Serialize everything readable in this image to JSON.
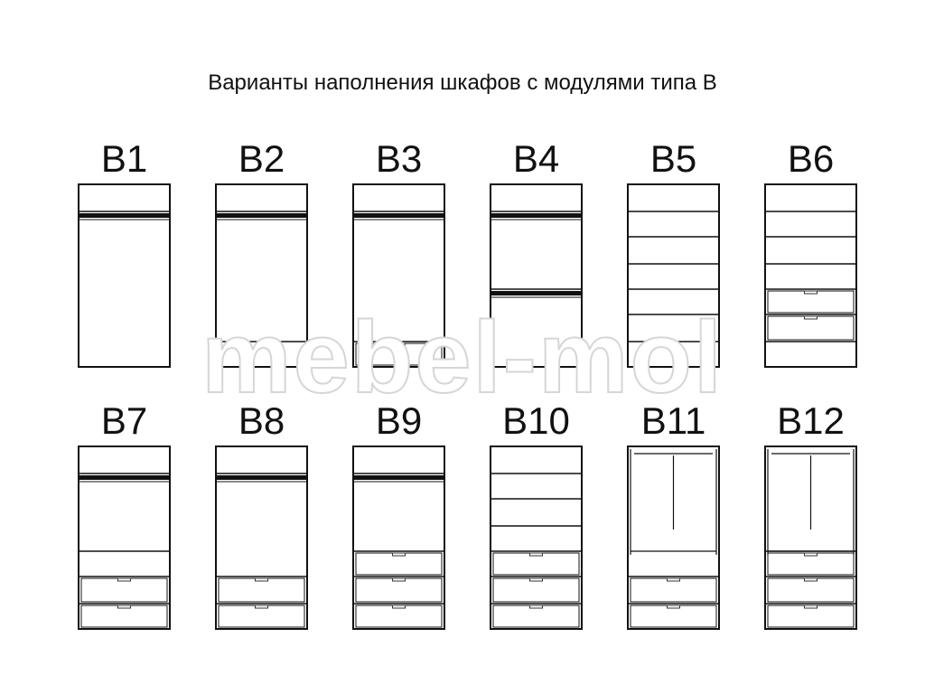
{
  "title": "Варианты наполнения шкафов с модулями типа B",
  "watermark": "mebel-mol",
  "colors": {
    "stroke": "#111111",
    "shelf": "#111111",
    "handle": "#333333",
    "watermark_outline": "#d6d6d6"
  },
  "cabinets": [
    {
      "label": "B1",
      "shelves": [
        1
      ],
      "rails": [
        1
      ],
      "drawers": []
    },
    {
      "label": "B2",
      "shelves": [
        1,
        6
      ],
      "rails": [
        1
      ],
      "drawers": []
    },
    {
      "label": "B3",
      "shelves": [
        1,
        6
      ],
      "rails": [
        1
      ],
      "drawers": [
        6
      ]
    },
    {
      "label": "B4",
      "shelves": [
        1,
        4
      ],
      "rails": [
        1,
        4
      ],
      "drawers": []
    },
    {
      "label": "B5",
      "shelves": [
        1,
        2,
        3,
        4,
        5,
        6
      ],
      "rails": [],
      "drawers": []
    },
    {
      "label": "B6",
      "shelves": [
        1,
        2,
        3,
        4,
        5,
        6
      ],
      "rails": [],
      "drawers": [
        4,
        5
      ]
    },
    {
      "label": "B7",
      "shelves": [
        1,
        4,
        5,
        6
      ],
      "rails": [
        1
      ],
      "drawers": [
        5,
        6
      ]
    },
    {
      "label": "B8",
      "shelves": [
        1,
        5,
        6
      ],
      "rails": [
        1
      ],
      "drawers": [
        5,
        6
      ]
    },
    {
      "label": "B9",
      "shelves": [
        1,
        4,
        5,
        6
      ],
      "rails": [
        1
      ],
      "drawers": [
        4,
        5,
        6
      ]
    },
    {
      "label": "B10",
      "shelves": [
        1,
        2,
        3,
        4,
        5,
        6
      ],
      "rails": [],
      "drawers": [
        4,
        5,
        6
      ]
    },
    {
      "label": "B11",
      "shelves": [
        5,
        6
      ],
      "rails": [],
      "drawers": [
        5,
        6
      ],
      "doors": true
    },
    {
      "label": "B12",
      "shelves": [
        4,
        5,
        6
      ],
      "rails": [],
      "drawers": [
        4,
        5,
        6
      ],
      "doors": true
    }
  ]
}
